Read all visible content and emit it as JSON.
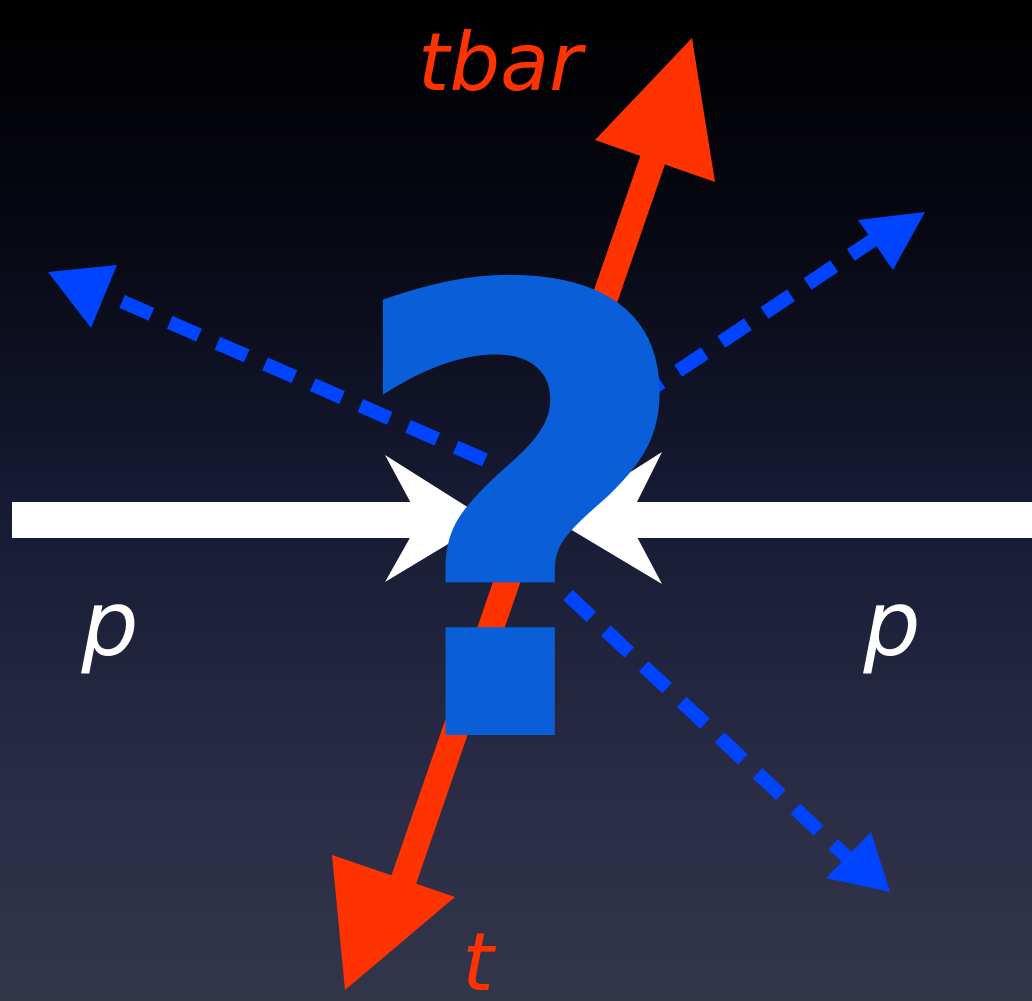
{
  "labels": {
    "antitop": "tbar",
    "top": "t",
    "proton_left": "p",
    "proton_right": "p",
    "question_mark": "?"
  },
  "colors": {
    "top_quark": "#ff3300",
    "unknown_particles": "#0044ff",
    "question_mark": "#0a5fd8",
    "proton_beam": "#ffffff",
    "background_top": "#000000",
    "background_bottom": "#333549"
  },
  "icons": {
    "beam_arrowheads": "arrow-head-icon",
    "dashed_arrowheads": "arrow-head-icon",
    "center": "question-mark-icon"
  }
}
